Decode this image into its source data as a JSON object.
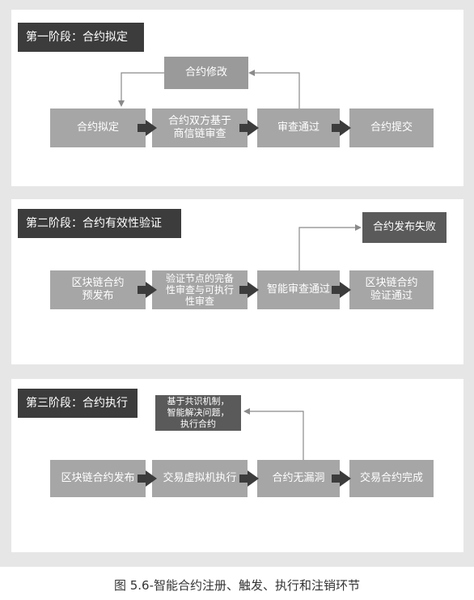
{
  "stage1": {
    "title": "第一阶段：合约拟定",
    "nodes": [
      "合约拟定",
      "合约双方基于\n商信链审查",
      "审查通过",
      "合约提交"
    ],
    "revision": "合约修改"
  },
  "stage2": {
    "title": "第二阶段：合约有效性验证",
    "nodes": [
      "区块链合约\n预发布",
      "验证节点的完备\n性审查与可执行\n性审查",
      "智能审查通过",
      "区块链合约\n验证通过"
    ],
    "failure": "合约发布失败"
  },
  "stage3": {
    "title": "第三阶段：合约执行",
    "nodes": [
      "区块链合约发布",
      "交易虚拟机执行",
      "合约无漏洞",
      "交易合约完成"
    ],
    "consensus": "基于共识机制，\n智能解决问题，\n执行合约"
  },
  "caption": "图 5.6-智能合约注册、触发、执行和注销环节"
}
